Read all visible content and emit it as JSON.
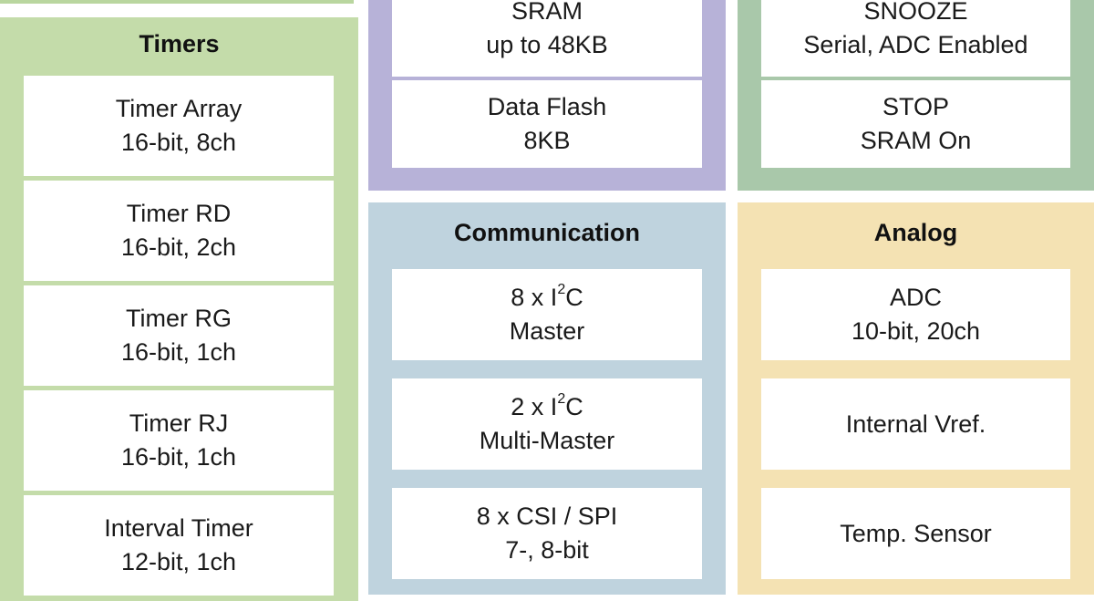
{
  "timers": {
    "title": "Timers",
    "items": [
      {
        "line1": "Timer Array",
        "line2": "16-bit, 8ch"
      },
      {
        "line1": "Timer RD",
        "line2": "16-bit, 2ch"
      },
      {
        "line1": "Timer RG",
        "line2": "16-bit, 1ch"
      },
      {
        "line1": "Timer RJ",
        "line2": "16-bit, 1ch"
      },
      {
        "line1": "Interval Timer",
        "line2": "12-bit, 1ch"
      }
    ]
  },
  "memory": {
    "items": [
      {
        "line1": "SRAM",
        "line2": "up to 48KB"
      },
      {
        "line1": "Data Flash",
        "line2": "8KB"
      }
    ]
  },
  "power": {
    "items": [
      {
        "line1": "SNOOZE",
        "line2": "Serial, ADC Enabled"
      },
      {
        "line1": "STOP",
        "line2": "SRAM On"
      }
    ]
  },
  "communication": {
    "title": "Communication",
    "items": [
      {
        "line1a": "8 x I",
        "sup": "2",
        "line1b": "C",
        "line2": "Master"
      },
      {
        "line1a": "2 x I",
        "sup": "2",
        "line1b": "C",
        "line2": "Multi-Master"
      },
      {
        "line1": "8 x CSI / SPI",
        "line2": "7-, 8-bit"
      }
    ]
  },
  "analog": {
    "title": "Analog",
    "items": [
      {
        "line1": "ADC",
        "line2": "10-bit, 20ch"
      },
      {
        "line1": "Internal Vref."
      },
      {
        "line1": "Temp. Sensor"
      }
    ]
  },
  "colors": {
    "timers_bg": "#c4dcaa",
    "memory_bg": "#b7b2d8",
    "power_bg": "#a9c8aa",
    "communication_bg": "#bfd3de",
    "analog_bg": "#f4e2b3"
  }
}
